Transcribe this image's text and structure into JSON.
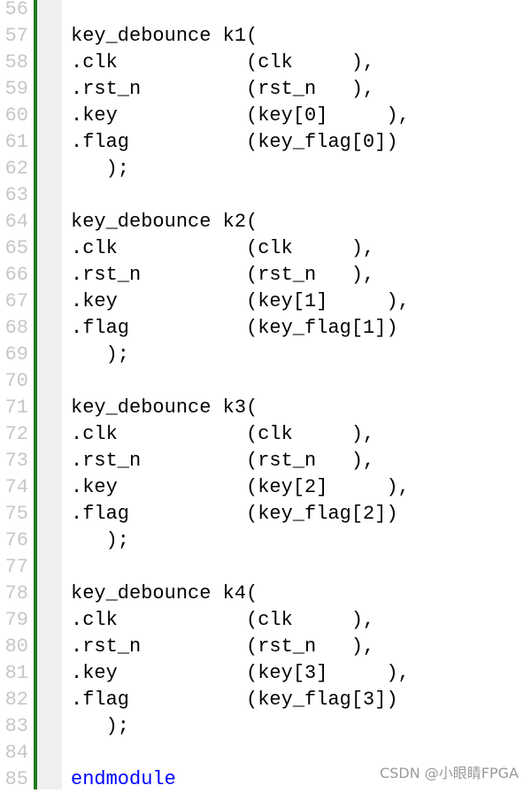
{
  "editor": {
    "lines": [
      {
        "num": "56",
        "text": ""
      },
      {
        "num": "57",
        "text": "key_debounce k1("
      },
      {
        "num": "58",
        "text": ".clk           (clk     ),"
      },
      {
        "num": "59",
        "text": ".rst_n         (rst_n   ),"
      },
      {
        "num": "60",
        "text": ".key           (key[0]     ),"
      },
      {
        "num": "61",
        "text": ".flag          (key_flag[0])"
      },
      {
        "num": "62",
        "text": "   );"
      },
      {
        "num": "63",
        "text": ""
      },
      {
        "num": "64",
        "text": "key_debounce k2("
      },
      {
        "num": "65",
        "text": ".clk           (clk     ),"
      },
      {
        "num": "66",
        "text": ".rst_n         (rst_n   ),"
      },
      {
        "num": "67",
        "text": ".key           (key[1]     ),"
      },
      {
        "num": "68",
        "text": ".flag          (key_flag[1])"
      },
      {
        "num": "69",
        "text": "   );"
      },
      {
        "num": "70",
        "text": ""
      },
      {
        "num": "71",
        "text": "key_debounce k3("
      },
      {
        "num": "72",
        "text": ".clk           (clk     ),"
      },
      {
        "num": "73",
        "text": ".rst_n         (rst_n   ),"
      },
      {
        "num": "74",
        "text": ".key           (key[2]     ),"
      },
      {
        "num": "75",
        "text": ".flag          (key_flag[2])"
      },
      {
        "num": "76",
        "text": "   );"
      },
      {
        "num": "77",
        "text": ""
      },
      {
        "num": "78",
        "text": "key_debounce k4("
      },
      {
        "num": "79",
        "text": ".clk           (clk     ),"
      },
      {
        "num": "80",
        "text": ".rst_n         (rst_n   ),"
      },
      {
        "num": "81",
        "text": ".key           (key[3]     ),"
      },
      {
        "num": "82",
        "text": ".flag          (key_flag[3])"
      },
      {
        "num": "83",
        "text": "   );"
      },
      {
        "num": "84",
        "text": ""
      },
      {
        "num": "85",
        "text": "endmodule",
        "keyword": true
      }
    ]
  },
  "watermark": {
    "text": "CSDN @小眼睛FPGA"
  },
  "colors": {
    "keyword": "#0000ff",
    "line_number": "#c7c7c7",
    "change_bar": "#1f7a1f",
    "fold_margin": "#efefef"
  }
}
